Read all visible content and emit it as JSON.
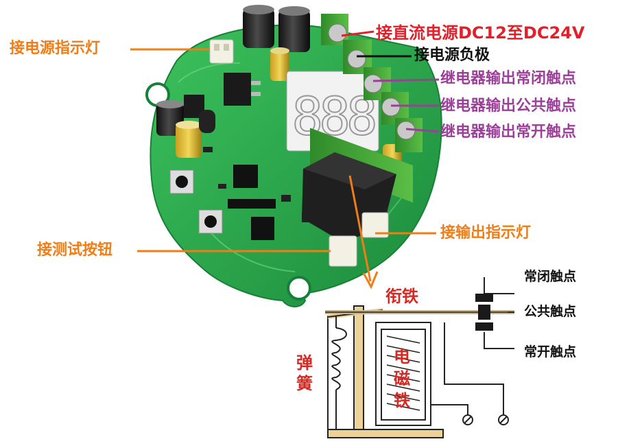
{
  "colors": {
    "orange": "#f07d16",
    "red": "#e3202a",
    "purple": "#9b3f99",
    "black": "#111111",
    "pcb": "#27a24a"
  },
  "board_labels": {
    "power_indicator": "接电源指示灯",
    "dc_input": "接直流电源DC12至DC24V",
    "negative": "接电源负极",
    "nc_contact": "继电器输出常闭触点",
    "com_contact": "继电器输出公共触点",
    "no_contact": "继电器输出常开触点",
    "output_indicator": "接输出指示灯",
    "test_button": "接测试按钮"
  },
  "relay_diagram": {
    "armature": "衔铁",
    "spring": "弹簧",
    "electromagnet": "电磁铁",
    "nc": "常闭触点",
    "com": "公共触点",
    "no": "常开触点"
  },
  "display": {
    "digits": "888"
  }
}
